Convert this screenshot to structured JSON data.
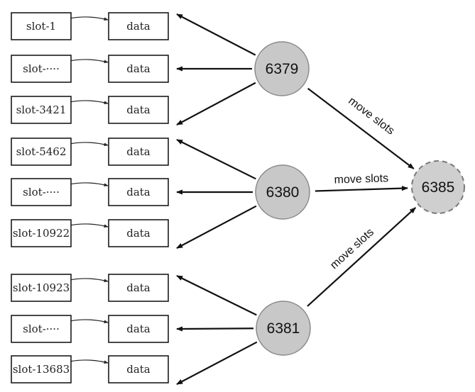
{
  "diagram": {
    "groups": [
      {
        "node": "6379",
        "rows": [
          {
            "slot": "slot-1",
            "data": "data"
          },
          {
            "slot": "slot-····",
            "data": "data"
          },
          {
            "slot": "slot-3421",
            "data": "data"
          }
        ]
      },
      {
        "node": "6380",
        "rows": [
          {
            "slot": "slot-5462",
            "data": "data"
          },
          {
            "slot": "slot-····",
            "data": "data"
          },
          {
            "slot": "slot-10922",
            "data": "data"
          }
        ]
      },
      {
        "node": "6381",
        "rows": [
          {
            "slot": "slot-10923",
            "data": "data"
          },
          {
            "slot": "slot-····",
            "data": "data"
          },
          {
            "slot": "slot-13683",
            "data": "data"
          }
        ]
      }
    ],
    "target_node": "6385",
    "move_label": "move slots",
    "colors": {
      "node_fill": "#c8c8c8",
      "target_fill": "#cfcfcf",
      "line": "#111111"
    }
  }
}
